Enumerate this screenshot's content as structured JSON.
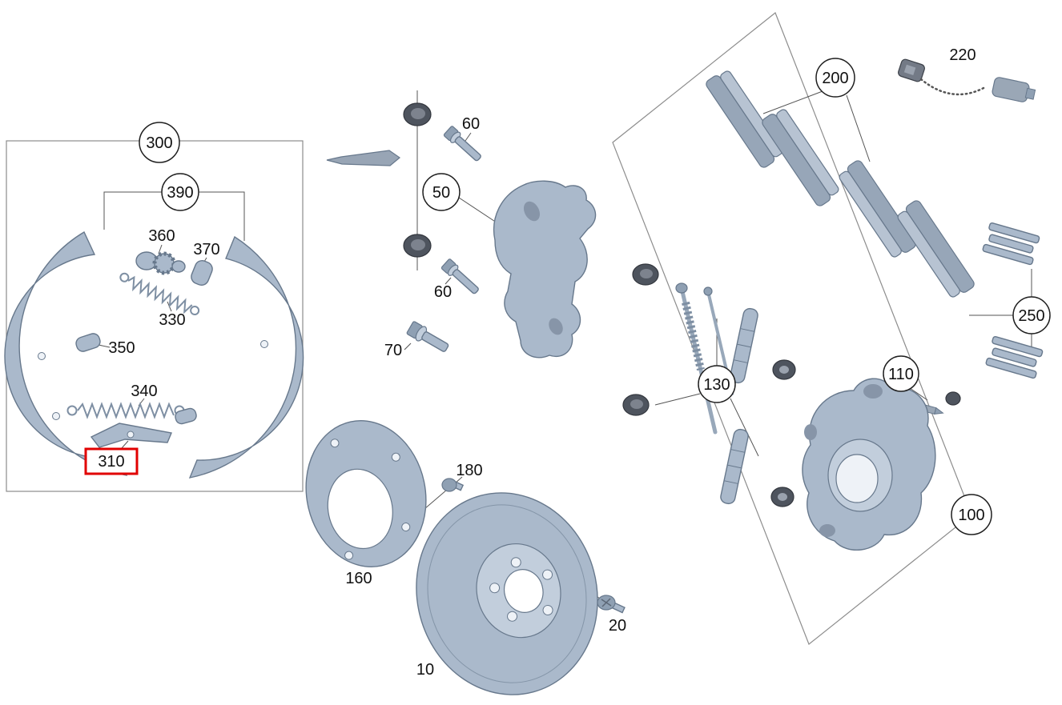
{
  "diagram": {
    "kind": "exploded-parts-diagram",
    "subject": "rear brake assembly",
    "highlighted_callout": "310",
    "colors": {
      "part_fill": "#aab9cb",
      "part_stroke": "#67788c",
      "dark_part": "#4e545e",
      "highlight": "#e10000",
      "line": "#555555",
      "background": "#ffffff"
    },
    "callouts": {
      "c300": "300",
      "c390": "390",
      "c360": "360",
      "c370": "370",
      "c330": "330",
      "c350": "350",
      "c340": "340",
      "c310": "310",
      "c50": "50",
      "c60_top": "60",
      "c60_bottom": "60",
      "c70": "70",
      "c160": "160",
      "c180": "180",
      "c10": "10",
      "c20": "20",
      "c200": "200",
      "c220": "220",
      "c130": "130",
      "c110": "110",
      "c100": "100",
      "c250": "250"
    }
  }
}
